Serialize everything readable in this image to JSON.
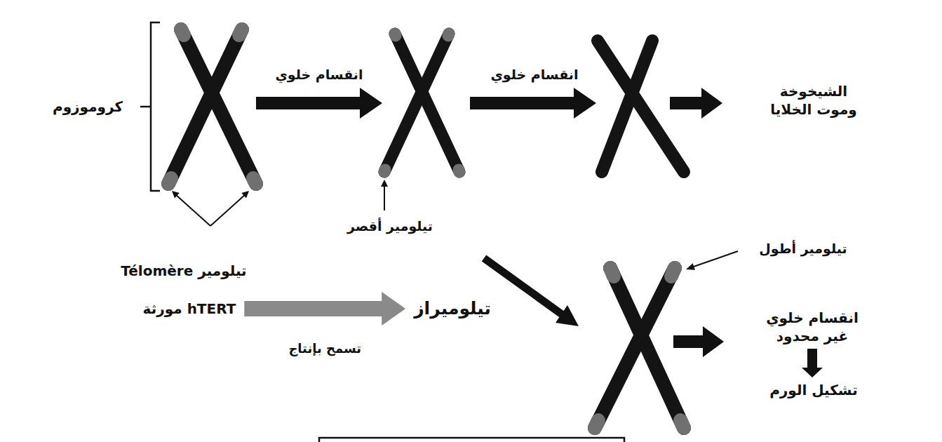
{
  "diagram": {
    "nodes": [
      {
        "text": [
          "الشيخوخة وموت الخلايا"
        ]
      },
      {
        "text": [
          "مورثة hTERT"
        ]
      },
      {
        "text": [
          "تيلوميراز"
        ]
      },
      {
        "text": [
          "انقسام خلوي غير محدود"
        ]
      },
      {
        "text": [
          "تشكيل الورم"
        ]
      }
    ],
    "edges": [
      {
        "from": 1,
        "to": 2,
        "label": "تسمح بإنتاج",
        "arrow": "to"
      },
      {
        "from": 3,
        "to": 4,
        "arrow": "to"
      }
    ],
    "labels": [
      "كروموزوم",
      "انقسام خلوي",
      "انقسام خلوي",
      "Télomère تيلومير",
      "تيلومير أقصر",
      "تيلومير أطول"
    ]
  }
}
